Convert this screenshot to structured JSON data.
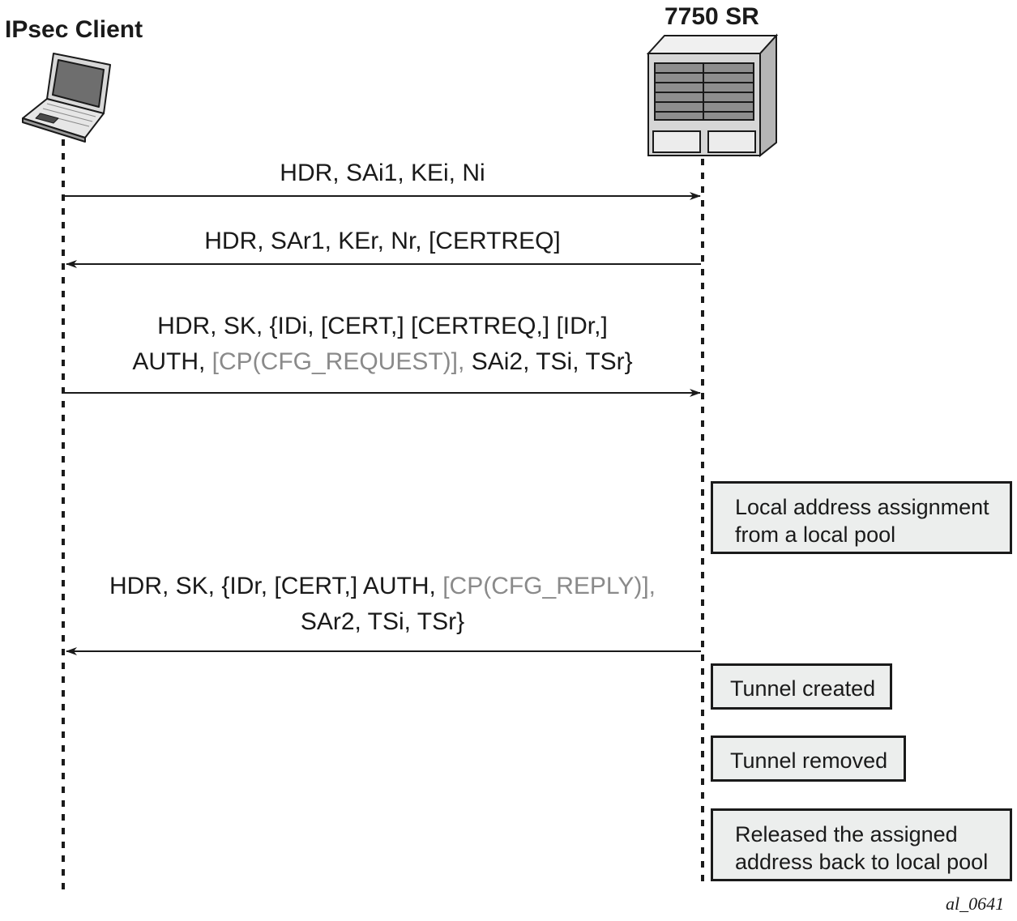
{
  "participants": {
    "client": "IPsec Client",
    "router": "7750 SR"
  },
  "messages": [
    {
      "id": "m1",
      "direction": "client-to-router",
      "line1": "HDR, SAi1, KEi, Ni"
    },
    {
      "id": "m2",
      "direction": "router-to-client",
      "line1": "HDR, SAr1, KEr, Nr, [CERTREQ]"
    },
    {
      "id": "m3",
      "direction": "client-to-router",
      "line1": "HDR, SK, {IDi, [CERT,] [CERTREQ,] [IDr,]",
      "line2_pre": "AUTH, ",
      "line2_gray": "[CP(CFG_REQUEST)],",
      "line2_post": " SAi2, TSi, TSr}"
    },
    {
      "id": "m4",
      "direction": "router-to-client",
      "line1_pre": "HDR, SK, {IDr, [CERT,] AUTH, ",
      "line1_gray": "[CP(CFG_REPLY)],",
      "line2": "SAr2, TSi, TSr}"
    }
  ],
  "notes": [
    {
      "id": "n1",
      "line1": "Local address assignment",
      "line2": "from a local pool"
    },
    {
      "id": "n2",
      "line1": "Tunnel created"
    },
    {
      "id": "n3",
      "line1": "Tunnel removed"
    },
    {
      "id": "n4",
      "line1": "Released the assigned",
      "line2": "address back to local pool"
    }
  ],
  "figure_id": "al_0641",
  "colors": {
    "ink": "#1a1a1a",
    "highlight_gray": "#8a8a8a",
    "note_fill": "#eceeed"
  }
}
